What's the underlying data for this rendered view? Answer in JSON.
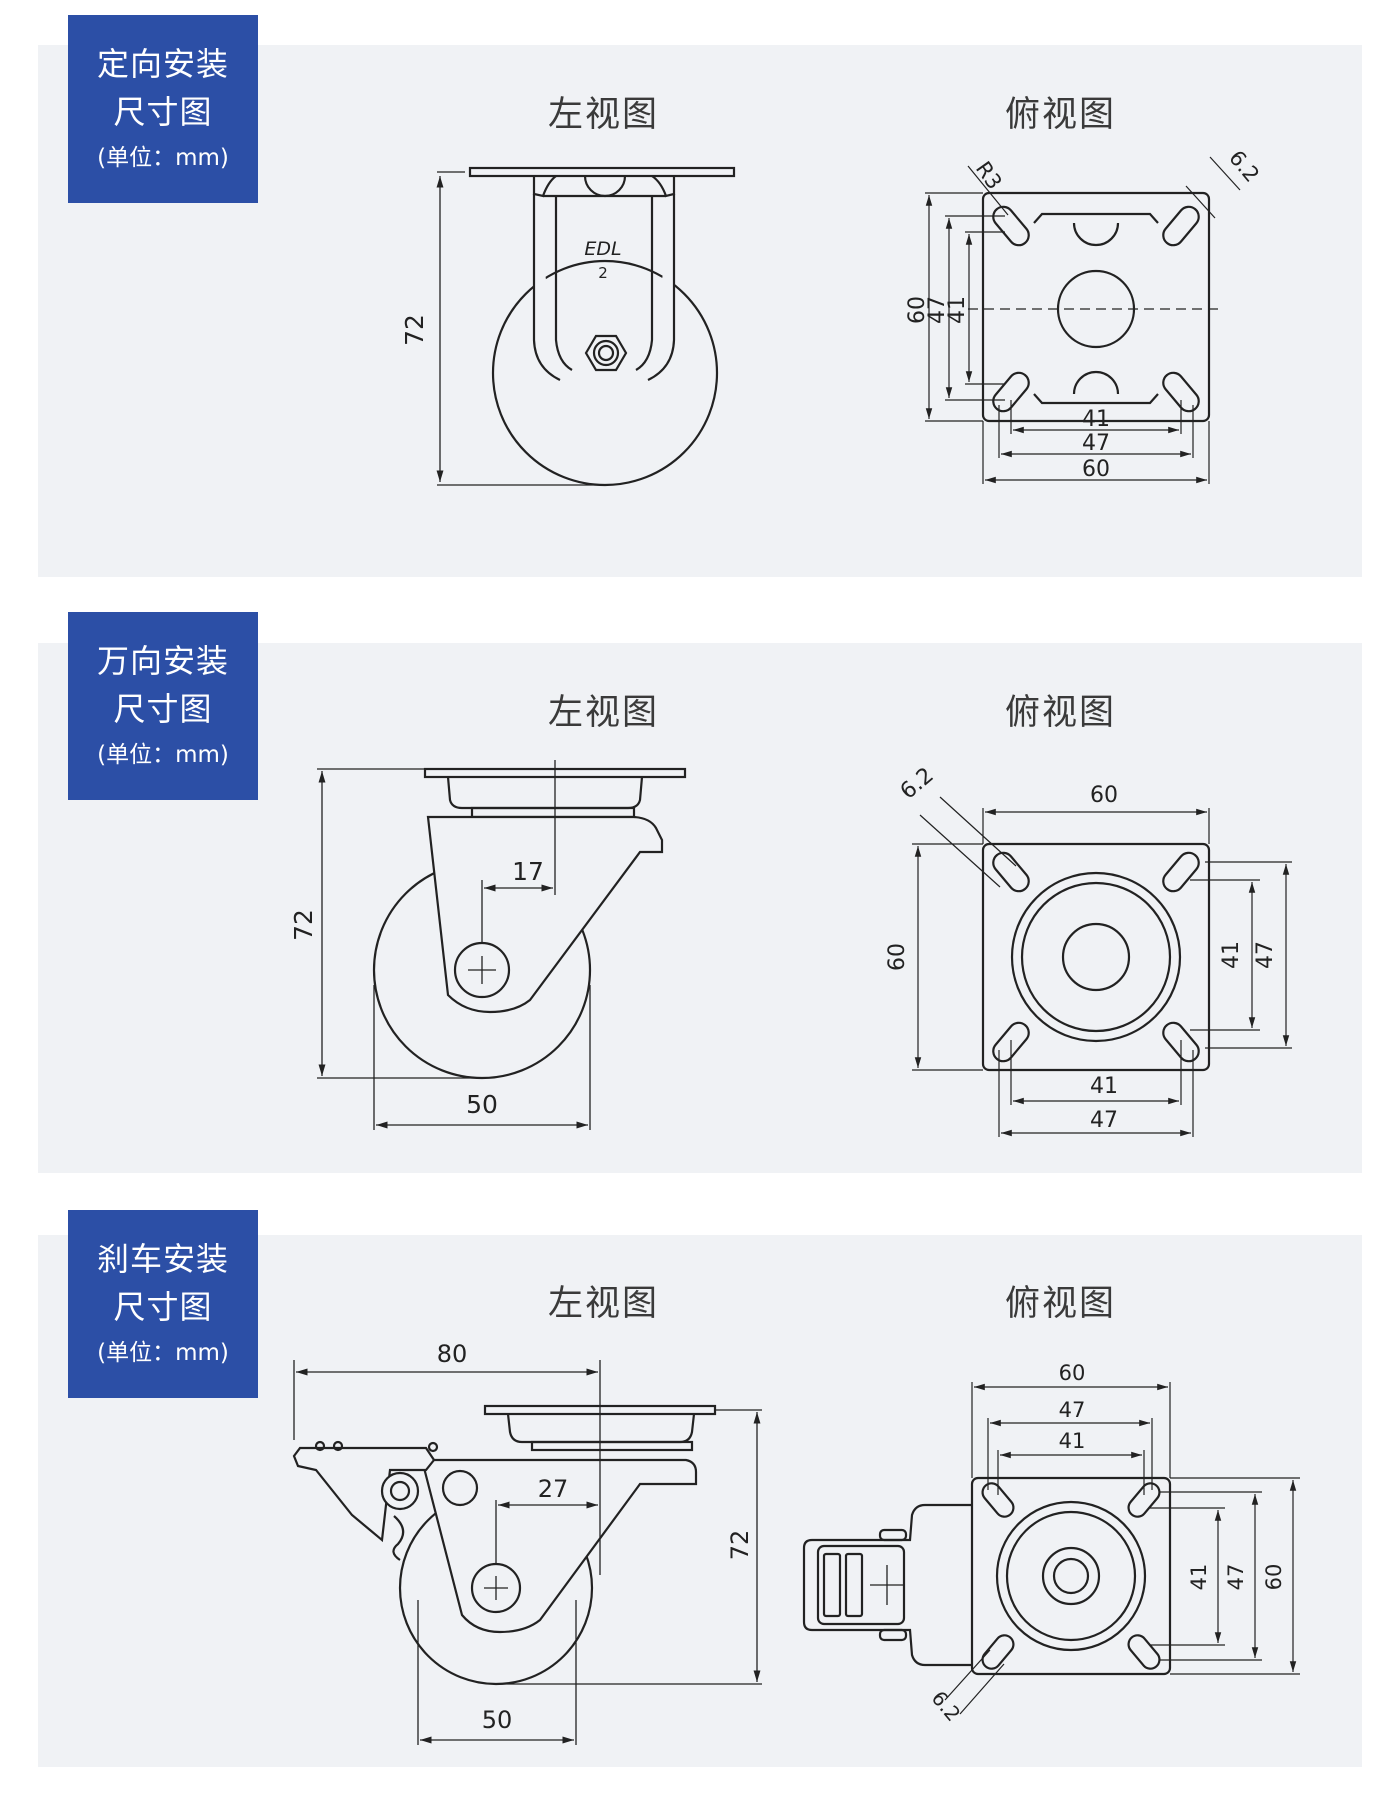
{
  "sections": [
    {
      "title_line1": "定向安装",
      "title_line2": "尺寸图",
      "unit": "(单位：mm)",
      "left_view": "左视图",
      "top_view": "俯视图"
    },
    {
      "title_line1": "万向安装",
      "title_line2": "尺寸图",
      "unit": "(单位：mm)",
      "left_view": "左视图",
      "top_view": "俯视图"
    },
    {
      "title_line1": "刹车安装",
      "title_line2": "尺寸图",
      "unit": "(单位：mm)",
      "left_view": "左视图",
      "top_view": "俯视图"
    }
  ],
  "dims": {
    "fixed_height": "72",
    "fixed_logo": "EDL",
    "fixed_logo_num": "2",
    "fixed_radius": "R3",
    "fixed_slot": "6.2",
    "fixed_top_v60": "60",
    "fixed_top_v47": "47",
    "fixed_top_v41": "41",
    "fixed_top_h41": "41",
    "fixed_top_h47": "47",
    "fixed_top_h60": "60",
    "swivel_height": "72",
    "swivel_offset": "17",
    "swivel_wheel": "50",
    "swivel_slot": "6.2",
    "swivel_top_w60": "60",
    "swivel_top_h60": "60",
    "swivel_top_v41": "41",
    "swivel_top_v47": "47",
    "swivel_top_h41": "41",
    "swivel_top_h47": "47",
    "brake_length": "80",
    "brake_offset": "27",
    "brake_height": "72",
    "brake_wheel": "50",
    "brake_top_w60": "60",
    "brake_top_w47": "47",
    "brake_top_w41": "41",
    "brake_top_v41": "41",
    "brake_top_v47": "47",
    "brake_top_v60": "60",
    "brake_slot": "6.2"
  },
  "colors": {
    "panel_bg": "#f0f2f5",
    "tag_bg": "#2c4fa6",
    "line": "#222222"
  }
}
